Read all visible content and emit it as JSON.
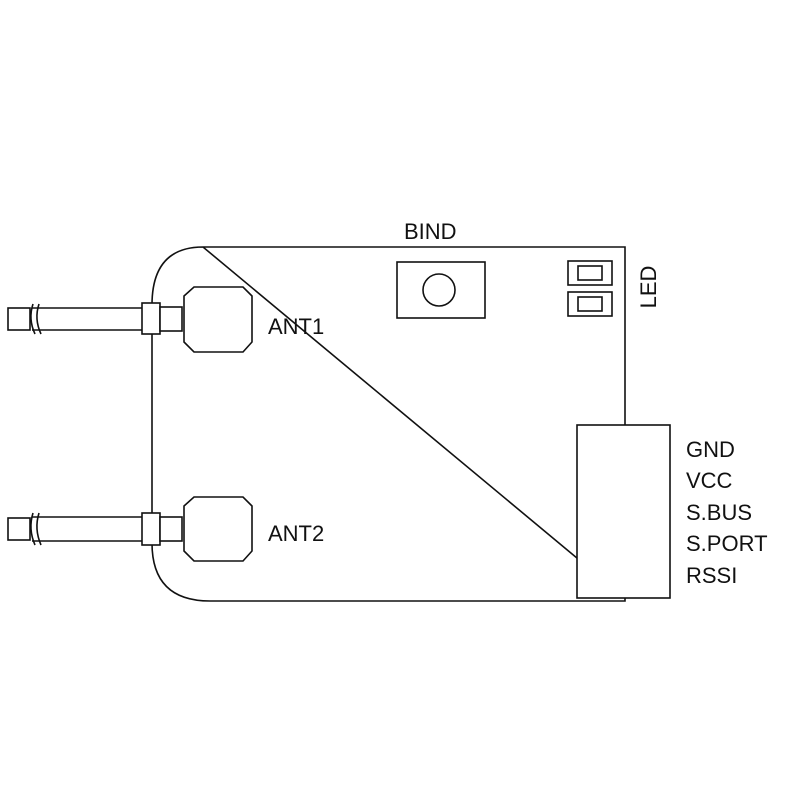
{
  "labels": {
    "bind": "BIND",
    "led": "LED",
    "ant1": "ANT1",
    "ant2": "ANT2"
  },
  "pins": [
    "GND",
    "VCC",
    "S.BUS",
    "S.PORT",
    "RSSI"
  ],
  "colors": {
    "line": "#111111",
    "background": "#ffffff"
  }
}
